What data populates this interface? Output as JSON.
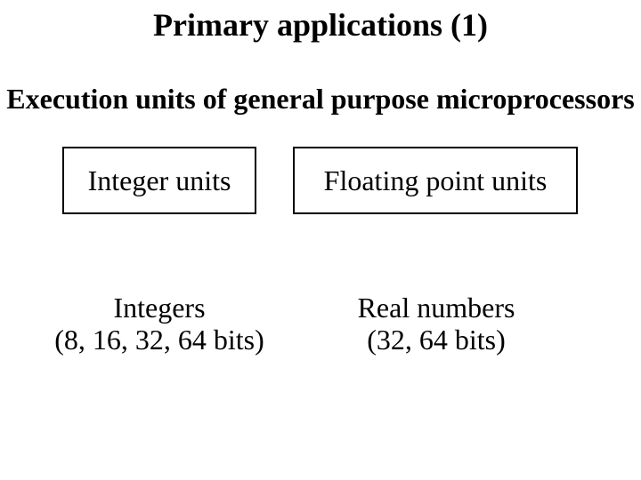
{
  "slide": {
    "title": "Primary applications (1)",
    "heading": "Execution units of general purpose microprocessors",
    "boxes": [
      {
        "label": "Integer units"
      },
      {
        "label": "Floating point units"
      }
    ],
    "notes": [
      {
        "line1": "Integers",
        "line2": "(8, 16, 32, 64 bits)"
      },
      {
        "line1": "Real numbers",
        "line2": "(32, 64 bits)"
      }
    ],
    "colors": {
      "background": "#ffffff",
      "text": "#000000",
      "box_border": "#000000"
    }
  }
}
